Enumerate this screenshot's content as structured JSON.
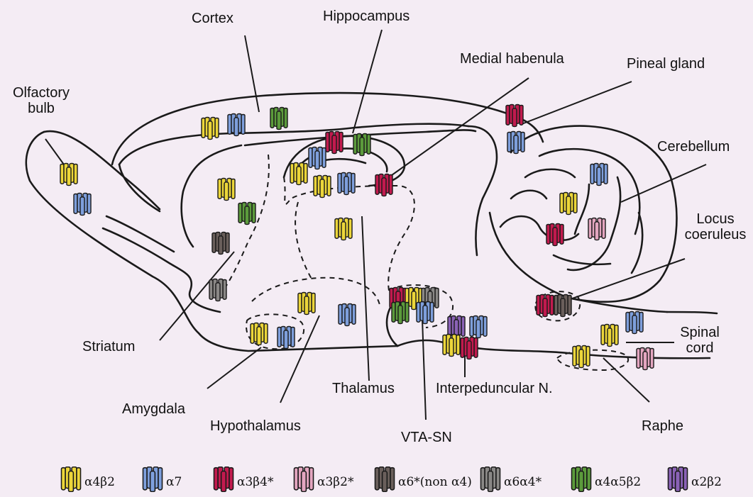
{
  "colors": {
    "a4b2": "#ecd63a",
    "a7": "#7e9fdc",
    "a3b4": "#c21a4e",
    "a3b2": "#e4a6c0",
    "a6non": "#6a5f5b",
    "a6a4": "#8a8886",
    "a4a5b2": "#5c9b3c",
    "a2b2": "#8a62b6"
  },
  "labels": {
    "cortex": "Cortex",
    "hippocampus": "Hippocampus",
    "medial_habenula": "Medial habenula",
    "pineal_gland": "Pineal gland",
    "olfactory_bulb_1": "Olfactory",
    "olfactory_bulb_2": "bulb",
    "cerebellum": "Cerebellum",
    "locus_coeruleus_1": "Locus",
    "locus_coeruleus_2": "coeruleus",
    "striatum": "Striatum",
    "spinal_cord_1": "Spinal",
    "spinal_cord_2": "cord",
    "thalamus": "Thalamus",
    "interpeduncular": "Interpeduncular N.",
    "amygdala": "Amygdala",
    "hypothalamus": "Hypothalamus",
    "raphe": "Raphe",
    "vta_sn": "VTA-SN"
  },
  "legend": [
    {
      "key": "a4b2",
      "text": "α4β2"
    },
    {
      "key": "a7",
      "text": "α7"
    },
    {
      "key": "a3b4",
      "text": "α3β4*"
    },
    {
      "key": "a3b2",
      "text": "α3β2*"
    },
    {
      "key": "a6non",
      "text": "α6*(non α4)"
    },
    {
      "key": "a6a4",
      "text": "α6α4*"
    },
    {
      "key": "a4a5b2",
      "text": "α4α5β2"
    },
    {
      "key": "a2b2",
      "text": "α2β2"
    }
  ]
}
